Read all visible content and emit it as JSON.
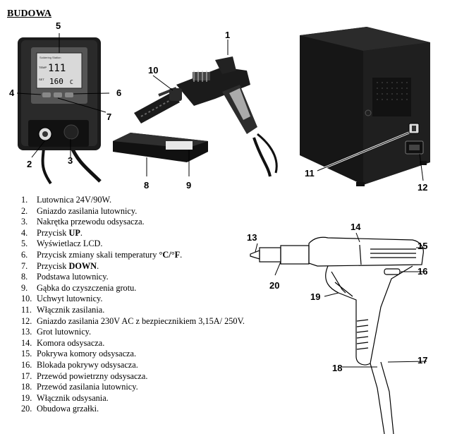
{
  "heading": "BUDOWA",
  "station_display": {
    "temp_label": "TEMP",
    "set_label": "SET",
    "temp_value": "111",
    "set_value": "160",
    "unit": "C"
  },
  "callouts": {
    "c1": "1",
    "c2": "2",
    "c3": "3",
    "c4": "4",
    "c5": "5",
    "c6": "6",
    "c7": "7",
    "c8": "8",
    "c9": "9",
    "c10": "10",
    "c11": "11",
    "c12": "12",
    "c13": "13",
    "c14": "14",
    "c15": "15",
    "c16": "16",
    "c17": "17",
    "c18": "18",
    "c19": "19",
    "c20": "20"
  },
  "legend": [
    {
      "num": "1.",
      "text": "Lutownica 24V/90W."
    },
    {
      "num": "2.",
      "text": "Gniazdo zasilania lutownicy."
    },
    {
      "num": "3.",
      "text": "Nakrętka przewodu odsysacza."
    },
    {
      "num": "4.",
      "text_pre": "Przycisk ",
      "text_bold": "UP",
      "text_post": "."
    },
    {
      "num": "5.",
      "text": "Wyświetlacz LCD."
    },
    {
      "num": "6.",
      "text_pre": "Przycisk zmiany skali temperatury ",
      "text_bold": "°C/°F",
      "text_post": "."
    },
    {
      "num": "7.",
      "text_pre": "Przycisk ",
      "text_bold": "DOWN",
      "text_post": "."
    },
    {
      "num": "8.",
      "text": "Podstawa lutownicy."
    },
    {
      "num": "9.",
      "text": "Gąbka do czyszczenia grotu."
    },
    {
      "num": "10.",
      "text": "Uchwyt lutownicy."
    },
    {
      "num": "11.",
      "text": "Włącznik zasilania."
    },
    {
      "num": "12.",
      "text": "Gniazdo zasilania 230V AC z bezpiecznikiem 3,15A/ 250V."
    },
    {
      "num": "13.",
      "text": "Grot lutownicy."
    },
    {
      "num": "14.",
      "text": "Komora odsysacza."
    },
    {
      "num": "15.",
      "text": "Pokrywa komory odsysacza."
    },
    {
      "num": "16.",
      "text": "Blokada pokrywy odsysacza."
    },
    {
      "num": "17.",
      "text": "Przewód powietrzny odsysacza."
    },
    {
      "num": "18.",
      "text": "Przewód zasilania lutownicy."
    },
    {
      "num": "19.",
      "text": "Włącznik odsysania."
    },
    {
      "num": "20.",
      "text": "Obudowa grzałki."
    }
  ]
}
